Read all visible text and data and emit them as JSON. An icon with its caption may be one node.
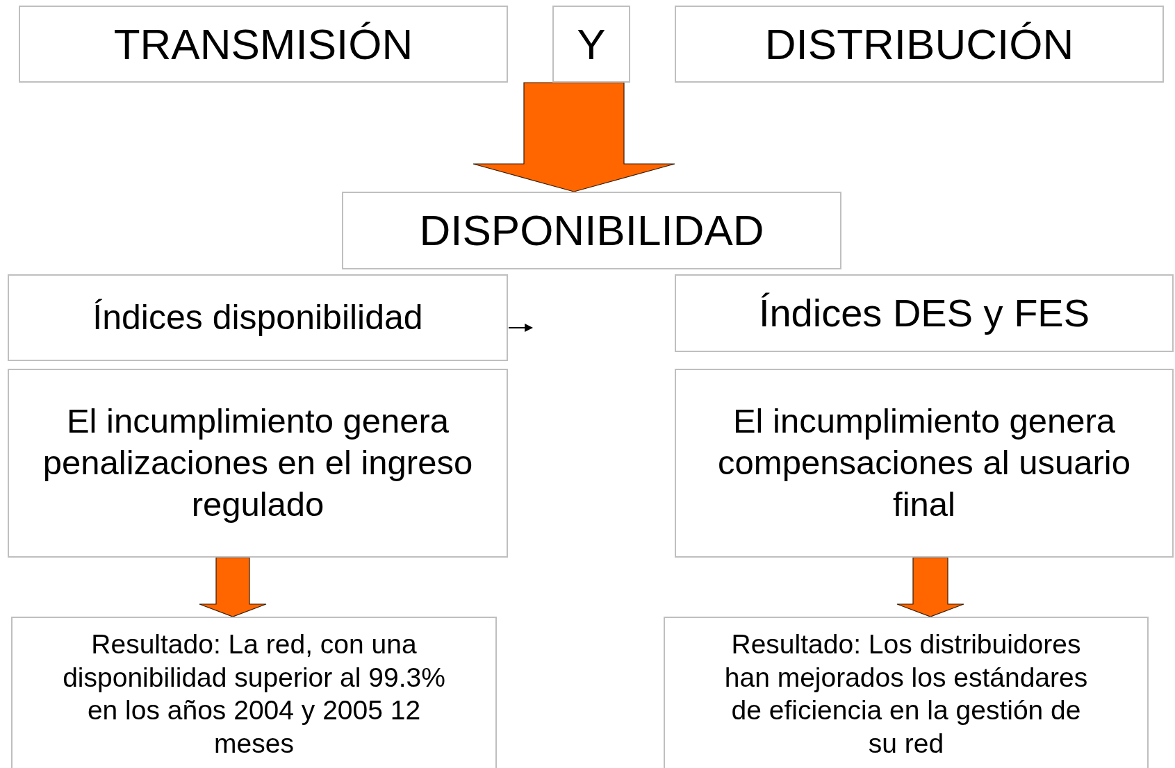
{
  "diagram": {
    "nodes": [
      {
        "text": [
          "TRANSMISIÓN"
        ]
      },
      {
        "text": [
          "Y"
        ]
      },
      {
        "text": [
          "DISTRIBUCIÓN"
        ]
      },
      {
        "text": [
          "DISPONIBILIDAD"
        ]
      },
      {
        "text": [
          "Índices disponibilidad"
        ]
      },
      {
        "text": [
          "Índices DES y FES"
        ]
      },
      {
        "text": [
          "El incumplimiento genera penalizaciones en el ingreso regulado"
        ]
      },
      {
        "text": [
          "El incumplimiento genera compensaciones al usuario final"
        ]
      },
      {
        "text": [
          "Resultado: La red, con una disponibilidad superior al 99.3% en los años 2004 y 2005 12 meses"
        ]
      },
      {
        "text": [
          "Resultado: Los distribuidores han mejorados los estándares de eficiencia en la gestión de su red"
        ]
      }
    ],
    "edges": [
      {
        "from": 1,
        "to": 3,
        "arrow": "to"
      },
      {
        "from": 4,
        "to": null,
        "arrow": "to",
        "color": "#000000"
      },
      {
        "from": 6,
        "to": 8,
        "arrow": "to"
      },
      {
        "from": 7,
        "to": 9,
        "arrow": "to"
      }
    ]
  }
}
